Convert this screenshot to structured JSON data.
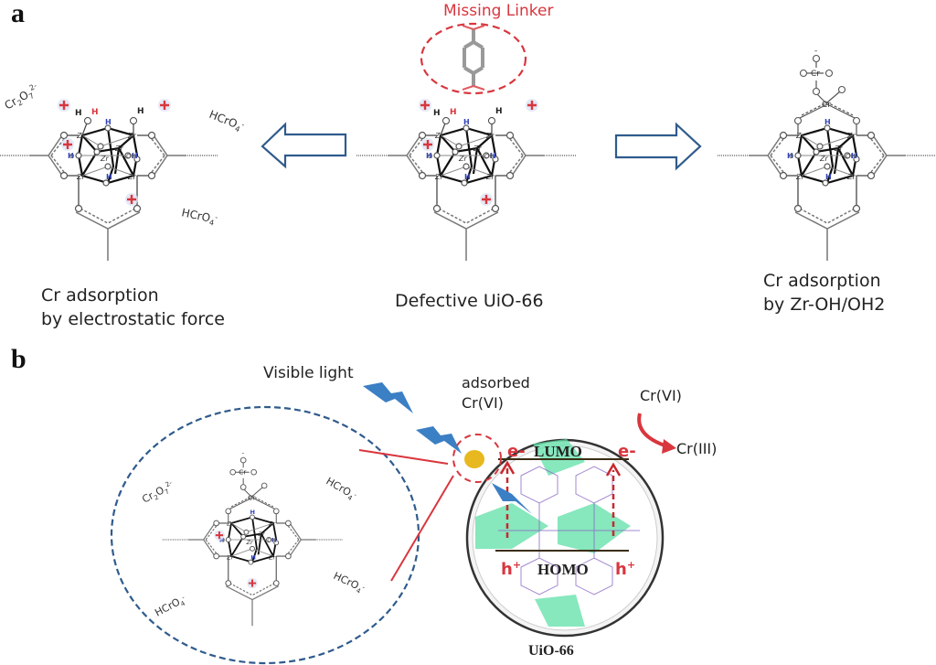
{
  "panel_a": {
    "label": "a",
    "missing_linker_label": "Missing Linker",
    "left": {
      "caption_line1": "Cr adsorption",
      "caption_line2": "by electrostatic force",
      "ions": [
        "Cr2O7 2-",
        "HCrO4 -",
        "HCrO4 -"
      ]
    },
    "center": {
      "caption": "Defective UiO-66"
    },
    "right": {
      "caption_line1": "Cr adsorption",
      "caption_line2": "by Zr-OH/OH2"
    },
    "arrow_left": "arrow-left",
    "arrow_right": "arrow-right"
  },
  "panel_b": {
    "label": "b",
    "visible_light": "Visible light",
    "adsorbed_line1": "adsorbed",
    "adsorbed_line2": "Cr(VI)",
    "cr6": "Cr(VI)",
    "cr3": "Cr(III)",
    "lumo": "LUMO",
    "homo": "HOMO",
    "electron": "e-",
    "hole": "h+",
    "material": "UiO-66",
    "ions": [
      "Cr2O7 2-",
      "HCrO4 -",
      "HCrO4 -",
      "HCrO4 -"
    ]
  },
  "colors": {
    "accent_red": "#d9363e",
    "arrow_blue": "#2f5b8c",
    "bolt_blue": "#3b7fc4",
    "dashed_blue": "#2f5b8c",
    "sphere_yellow": "#e8b820",
    "cluster_green": "#5fe0a8"
  }
}
